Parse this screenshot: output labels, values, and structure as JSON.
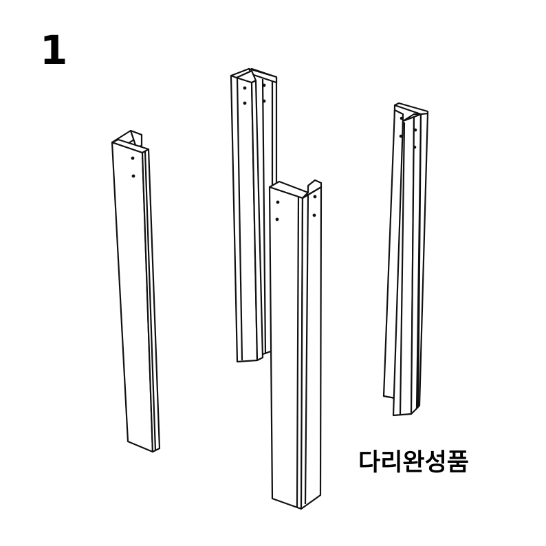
{
  "step": {
    "number": "1"
  },
  "caption": {
    "text": "다리완성품"
  },
  "illustration": {
    "description": "Four assembled L-shaped wooden table legs in isometric line art",
    "legs": [
      {
        "id": "leg-left",
        "holes": 2
      },
      {
        "id": "leg-back-center",
        "holes": 4
      },
      {
        "id": "leg-front-center",
        "holes": 4
      },
      {
        "id": "leg-right",
        "holes": 4
      }
    ],
    "colors": {
      "line": "#111111",
      "background": "#ffffff"
    }
  }
}
